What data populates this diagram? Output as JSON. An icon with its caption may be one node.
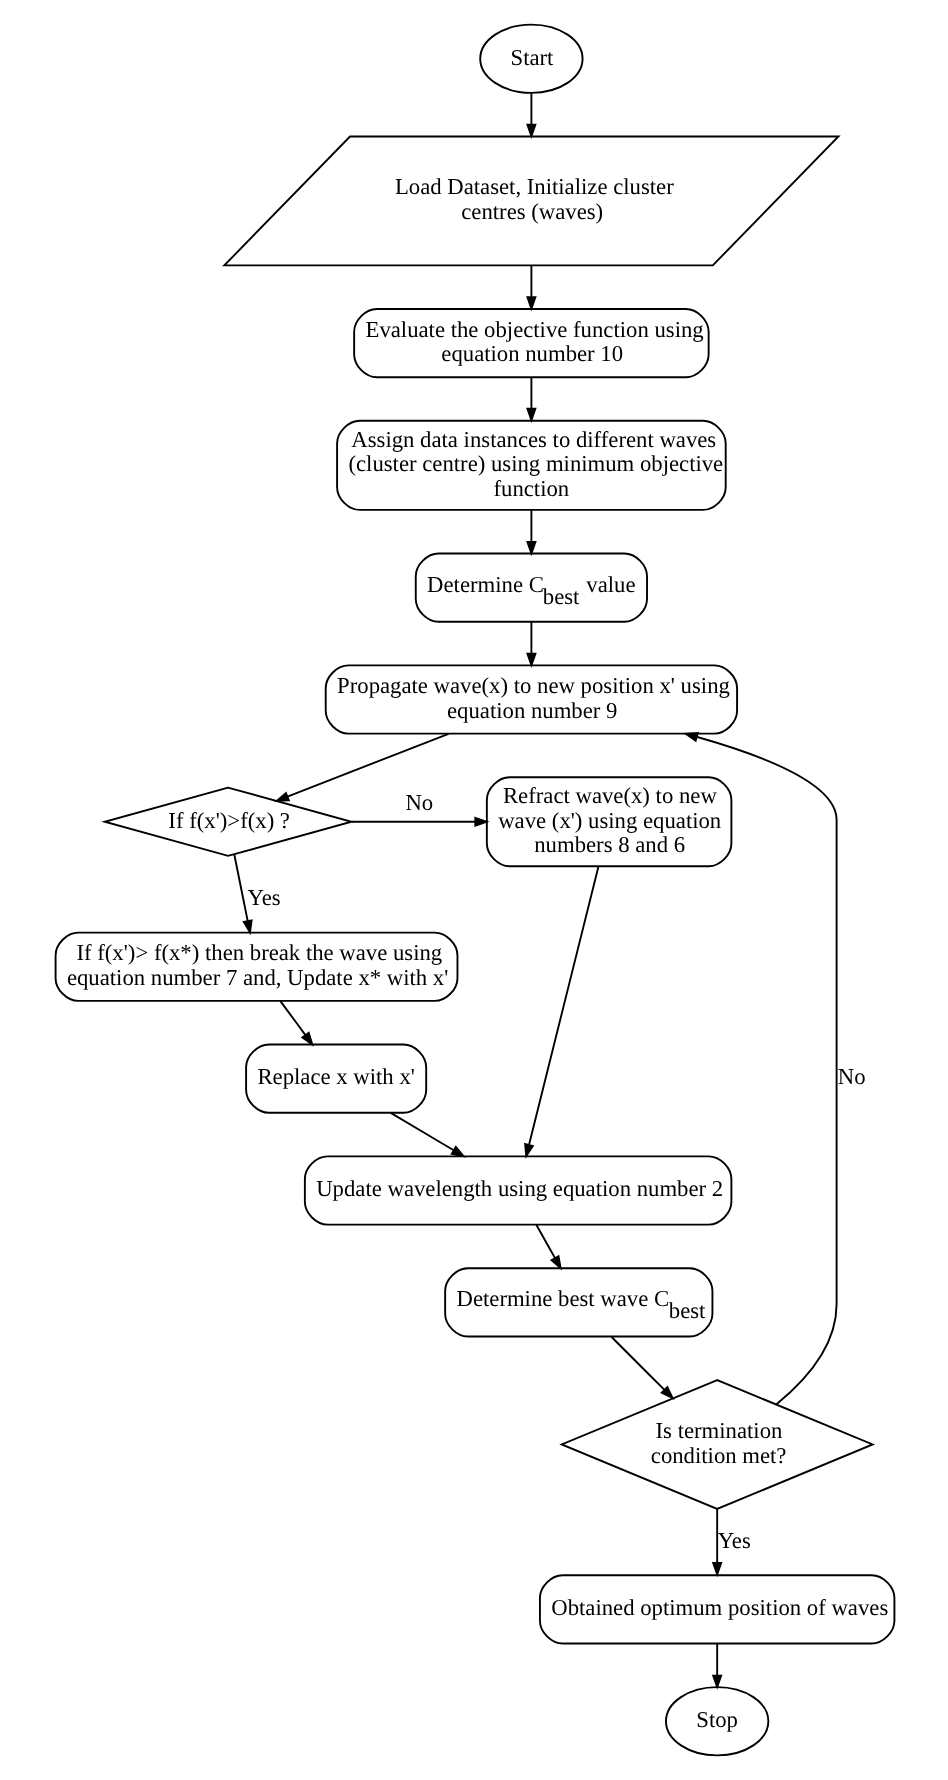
{
  "diagram": {
    "nodes": [
      {
        "text": [
          "Start"
        ]
      },
      {
        "text": [
          "Load Dataset, Initialize cluster centres (waves)"
        ]
      },
      {
        "text": [
          "Evaluate the objective function using equation number 10"
        ]
      },
      {
        "text": [
          "Assign data instances to different waves (cluster centre) using minimum objective function"
        ]
      },
      {
        "text": [
          "Determine C$_{best}$ value"
        ]
      },
      {
        "text": [
          "Propagate wave(x) to new position x' using equation number 9"
        ]
      },
      {
        "text": [
          "If f(x')>f(x) ?"
        ]
      },
      {
        "text": [
          "Refract wave(x) to new wave (x') using equation numbers 8 and 6"
        ]
      },
      {
        "text": [
          "If f(x')> f(x*) then break the wave using equation number 7 and, Update x* with x'"
        ]
      },
      {
        "text": [
          "Replace x with x'"
        ]
      },
      {
        "text": [
          "Update wavelength using equation number 2"
        ]
      },
      {
        "text": [
          "Determine best wave C$_{best}$"
        ]
      },
      {
        "text": [
          "Is termination condition met?"
        ]
      },
      {
        "text": [
          "Obtained optimum position of waves"
        ]
      },
      {
        "text": [
          "Stop"
        ]
      }
    ],
    "edges": [
      {
        "from": 0,
        "to": 1,
        "arrow": "to"
      },
      {
        "from": 1,
        "to": 2,
        "arrow": "to"
      },
      {
        "from": 2,
        "to": 3,
        "arrow": "to"
      },
      {
        "from": 3,
        "to": 4,
        "arrow": "to"
      },
      {
        "from": 4,
        "to": 5,
        "arrow": "to"
      },
      {
        "from": 5,
        "to": 6,
        "arrow": "to"
      },
      {
        "from": 6,
        "to": 7,
        "arrow": "to",
        "label": "No"
      },
      {
        "from": 6,
        "to": 8,
        "arrow": "to",
        "label": "Yes"
      },
      {
        "from": 8,
        "to": 9,
        "arrow": "to"
      },
      {
        "from": 9,
        "to": 10,
        "arrow": "to"
      },
      {
        "from": 7,
        "to": 10,
        "arrow": "to"
      },
      {
        "from": 10,
        "to": 11,
        "arrow": "to"
      },
      {
        "from": 11,
        "to": 12,
        "arrow": "to"
      },
      {
        "from": 12,
        "to": 5,
        "arrow": "to",
        "label": "No"
      },
      {
        "from": 12,
        "to": 13,
        "arrow": "to",
        "label": "Yes"
      },
      {
        "from": 13,
        "to": 14,
        "arrow": "to"
      }
    ]
  }
}
